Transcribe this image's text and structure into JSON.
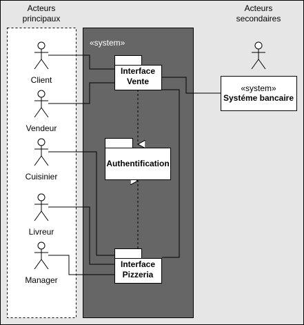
{
  "colors": {
    "background": "#e6e6e6",
    "system_fill": "#666666",
    "line": "#000000",
    "box_fill": "#ffffff",
    "frame_border": "#000000"
  },
  "primary_actors": {
    "title_line1": "Acteurs",
    "title_line2": "principaux",
    "actors": [
      {
        "label": "Client"
      },
      {
        "label": "Vendeur"
      },
      {
        "label": "Cuisinier"
      },
      {
        "label": "Livreur"
      },
      {
        "label": "Manager"
      }
    ]
  },
  "secondary_actors": {
    "title_line1": "Acteurs",
    "title_line2": "secondaires"
  },
  "system": {
    "stereotype": "«system»",
    "packages": {
      "vente": {
        "line1": "Interface",
        "line2": "Vente"
      },
      "auth": {
        "label": "Authentification"
      },
      "pizzeria": {
        "line1": "Interface",
        "line2": "Pizzeria"
      }
    }
  },
  "external_system": {
    "stereotype": "«system»",
    "name": "Systéme bancaire"
  }
}
